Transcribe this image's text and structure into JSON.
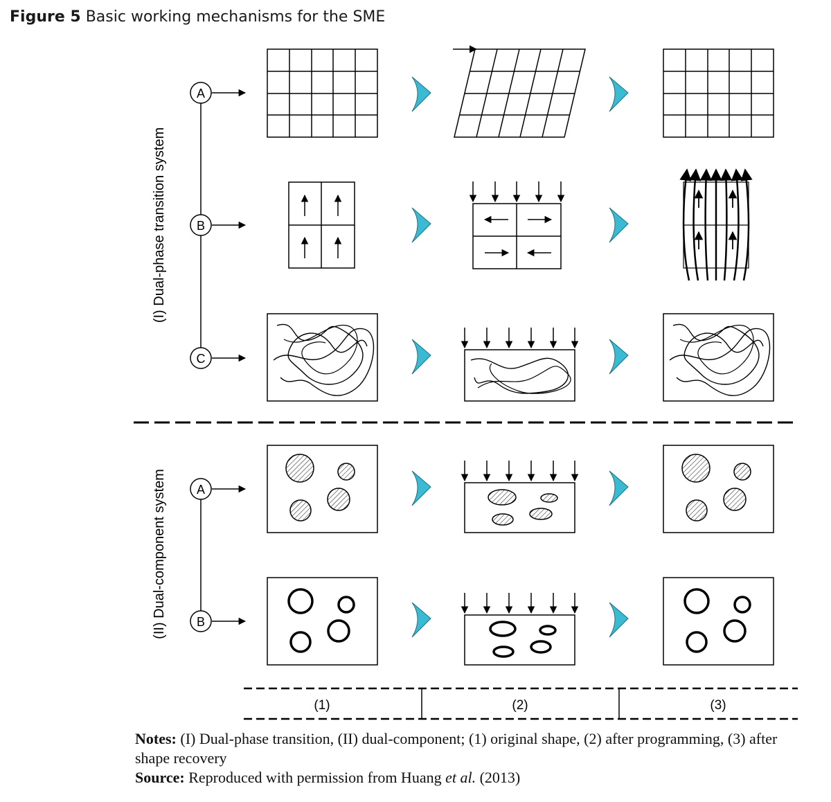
{
  "figure": {
    "label": "Figure 5",
    "caption": "Basic working mechanisms for the SME"
  },
  "systems": [
    {
      "label": "(I) Dual-phase transition system",
      "branches": [
        "A",
        "B",
        "C"
      ]
    },
    {
      "label": "(II) Dual-component system",
      "branches": [
        "A",
        "B"
      ]
    }
  ],
  "columns": [
    "(1)",
    "(2)",
    "(3)"
  ],
  "notes": {
    "notes_label": "Notes:",
    "notes_text": "(I) Dual-phase transition, (II) dual-component; (1) original shape, (2) after programming, (3) after shape recovery",
    "source_label": "Source:",
    "source_text_1": "Reproduced with permission from Huang ",
    "source_italic": "et al.",
    "source_text_2": " (2013)"
  },
  "colors": {
    "chevron": "#3bbbd3",
    "ink": "#000000"
  }
}
